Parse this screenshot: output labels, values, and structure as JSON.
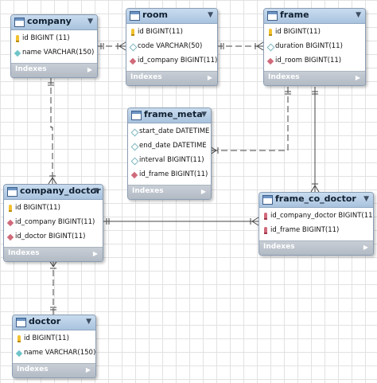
{
  "indexes_label": "Indexes",
  "tables": [
    {
      "id": "company",
      "name": "company",
      "columns": [
        {
          "text": "id BIGINT (11)",
          "icon": "key"
        },
        {
          "text": "name VARCHAR(150)",
          "icon": "nn"
        }
      ]
    },
    {
      "id": "room",
      "name": "room",
      "columns": [
        {
          "text": "id BIGINT(11)",
          "icon": "key"
        },
        {
          "text": "code VARCHAR(50)",
          "icon": "plain"
        },
        {
          "text": "id_company BIGINT(11)",
          "icon": "fk"
        }
      ]
    },
    {
      "id": "frame",
      "name": "frame",
      "columns": [
        {
          "text": "id BIGINT(11)",
          "icon": "key"
        },
        {
          "text": "duration BIGINT(11)",
          "icon": "plain"
        },
        {
          "text": "id_room BIGINT(11)",
          "icon": "fk"
        }
      ]
    },
    {
      "id": "frame_meta",
      "name": "frame_meta",
      "columns": [
        {
          "text": "start_date DATETIME",
          "icon": "plain"
        },
        {
          "text": "end_date DATETIME",
          "icon": "plain"
        },
        {
          "text": "interval BIGINT(11)",
          "icon": "plain"
        },
        {
          "text": "id_frame BIGINT(11)",
          "icon": "fk"
        }
      ]
    },
    {
      "id": "company_doctor",
      "name": "company_doctor",
      "columns": [
        {
          "text": "id BIGINT(11)",
          "icon": "key"
        },
        {
          "text": "id_company BIGINT(11)",
          "icon": "fk"
        },
        {
          "text": "id_doctor BIGINT(11)",
          "icon": "fk"
        }
      ]
    },
    {
      "id": "frame_co_doctor",
      "name": "frame_co_doctor",
      "columns": [
        {
          "text": "id_company_doctor BIGINT(11)",
          "icon": "fkkey"
        },
        {
          "text": "id_frame BIGINT(11)",
          "icon": "fkkey"
        }
      ]
    },
    {
      "id": "doctor",
      "name": "doctor",
      "columns": [
        {
          "text": "id BIGINT(11)",
          "icon": "key"
        },
        {
          "text": "name VARCHAR(150)",
          "icon": "nn"
        }
      ]
    }
  ],
  "relationships": [
    {
      "from": "company",
      "to": "room",
      "identifying": false
    },
    {
      "from": "room",
      "to": "frame",
      "identifying": false
    },
    {
      "from": "frame",
      "to": "frame_meta",
      "identifying": false
    },
    {
      "from": "frame",
      "to": "frame_co_doctor",
      "identifying": true
    },
    {
      "from": "company",
      "to": "company_doctor",
      "identifying": false
    },
    {
      "from": "company_doctor",
      "to": "frame_co_doctor",
      "identifying": true
    },
    {
      "from": "doctor",
      "to": "company_doctor",
      "identifying": false
    }
  ]
}
